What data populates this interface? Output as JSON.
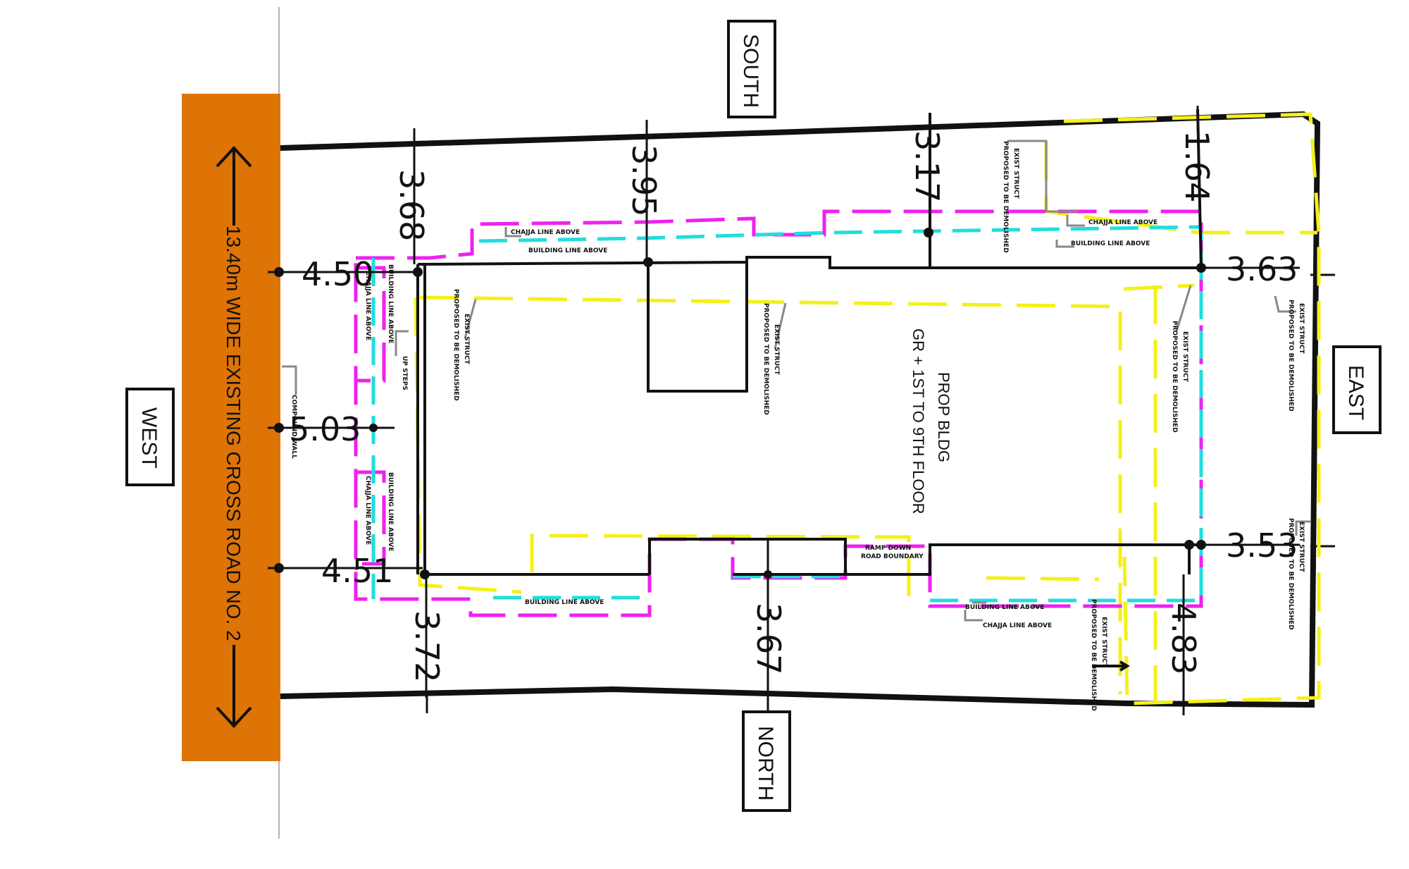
{
  "road": {
    "label": "13.40m WIDE EXISTING CROSS ROAD NO. 2",
    "color": "#de7306"
  },
  "directions": {
    "south": "SOUTH",
    "north": "NORTH",
    "east": "EAST",
    "west": "WEST"
  },
  "building": {
    "line1": "PROP BLDG",
    "line2": "GR + 1ST TO 9TH FLOOR"
  },
  "dimensions": {
    "d1": "3.68",
    "d2": "3.95",
    "d3": "3.17",
    "d4": "1.64",
    "d5": "4.50",
    "d6": "3.63",
    "d7": "5.03",
    "d8": "4.51",
    "d9": "3.72",
    "d10": "3.67",
    "d11": "3.53",
    "d12": "4.83"
  },
  "notes": {
    "chajja": "CHAJJA LINE ABOVE",
    "building_line": "BUILDING LINE ABOVE",
    "exist_struct_1": "EXIST STRUCT",
    "exist_struct_2": "PROPOSED TO BE DEMOLISHED",
    "chajja_short": "CHAJJA LINE ABOVE",
    "compound_wall": "COMPOUND WALL",
    "ramp": "RAMP DOWN",
    "ramp2": "ROAD BOUNDARY",
    "steps": "UP STEPS"
  },
  "colors": {
    "magenta": "#ee22ee",
    "cyan": "#22dddd",
    "yellow": "#f4f01a",
    "line": "#111111",
    "note_leader": "#888888"
  }
}
